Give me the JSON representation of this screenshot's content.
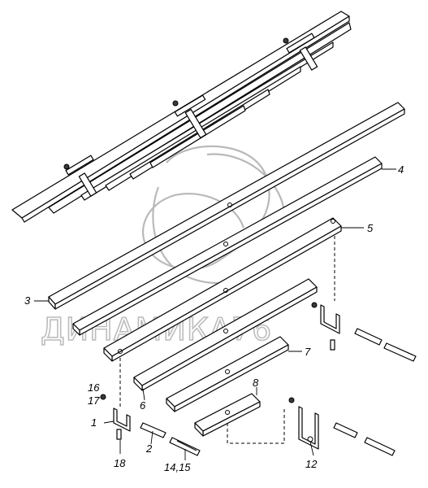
{
  "diagram": {
    "watermark_text": "ДИНАМИКА76",
    "callouts": {
      "c1": "1",
      "c2": "2",
      "c3": "3",
      "c4": "4",
      "c5": "5",
      "c6": "6",
      "c7": "7",
      "c8": "8",
      "c12": "12",
      "c1415": "14,15",
      "c1617a": "16",
      "c1617b": "17",
      "c18": "18"
    }
  }
}
